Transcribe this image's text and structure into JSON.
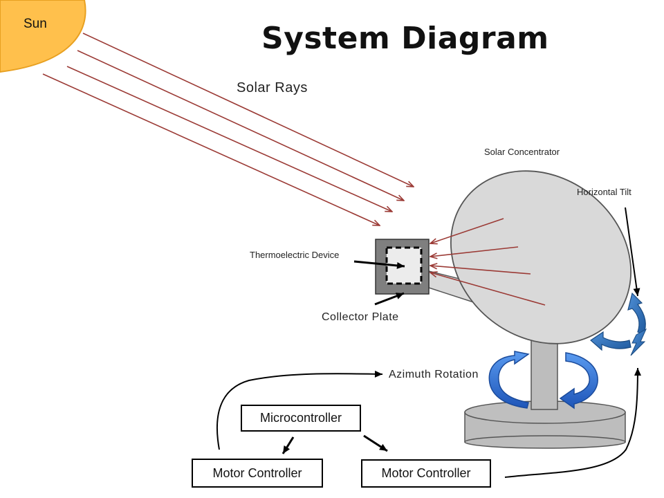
{
  "title": "System Diagram",
  "labels": {
    "sun": "Sun",
    "solar_rays": "Solar Rays",
    "solar_concentrator": "Solar Concentrator",
    "horizontal_tilt": "Horizontal Tilt",
    "thermoelectric_device": "Thermoelectric Device",
    "collector_plate": "Collector Plate",
    "azimuth_rotation": "Azimuth Rotation"
  },
  "boxes": {
    "microcontroller": "Microcontroller",
    "motor_controller_left": "Motor Controller",
    "motor_controller_right": "Motor Controller"
  },
  "colors": {
    "sun": "#ffc04c",
    "sun_edge": "#e8a020",
    "ray": "#9b3a35",
    "dish": "#d9d9d9",
    "mount": "#bdbdbd",
    "collector": "#7f7f7f",
    "rotation_arrow": "#2f6fd0",
    "tilt_arrow": "#2e75b6"
  }
}
